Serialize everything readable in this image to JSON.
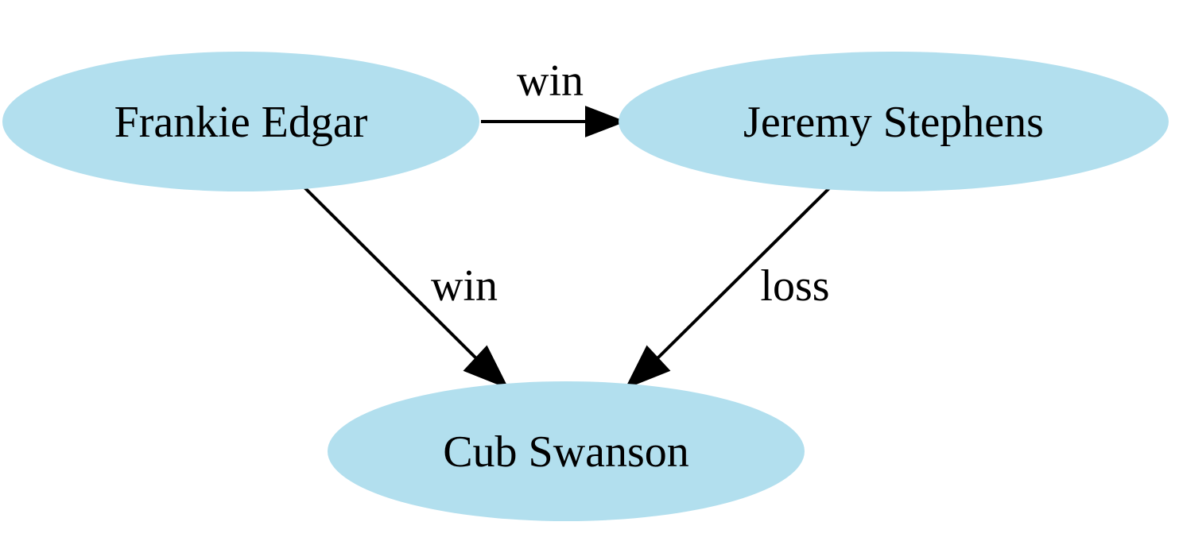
{
  "colors": {
    "node_fill": "#b2dfee",
    "edge": "#000000",
    "text": "#000000"
  },
  "nodes": [
    {
      "id": "frankie",
      "label": "Frankie Edgar"
    },
    {
      "id": "jeremy",
      "label": "Jeremy Stephens"
    },
    {
      "id": "cub",
      "label": "Cub Swanson"
    }
  ],
  "edges": [
    {
      "from": "frankie",
      "to": "jeremy",
      "label": "win"
    },
    {
      "from": "frankie",
      "to": "cub",
      "label": "win"
    },
    {
      "from": "jeremy",
      "to": "cub",
      "label": "loss"
    }
  ]
}
